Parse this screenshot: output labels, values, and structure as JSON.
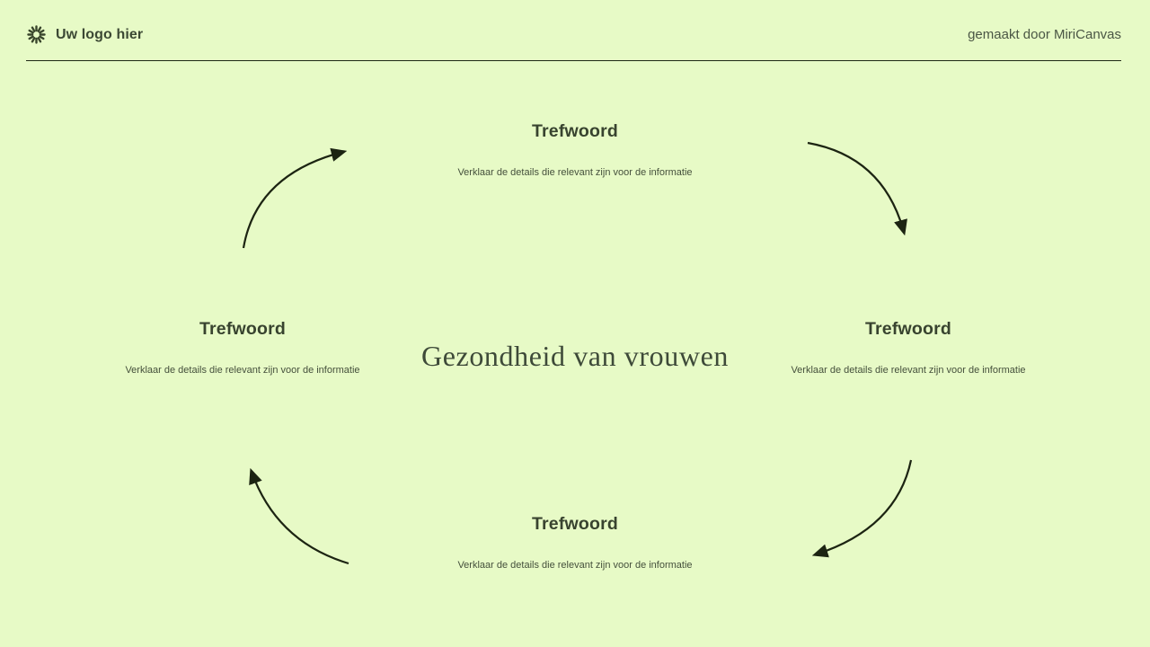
{
  "page": {
    "background_color": "#e7fac6"
  },
  "header": {
    "logo_icon": "spinner-burst-icon",
    "logo_text": "Uw logo hier",
    "credit_text": "gemaakt door MiriCanvas"
  },
  "diagram": {
    "type": "cycle",
    "title": "Gezondheid van vrouwen",
    "items": [
      {
        "position": "top",
        "keyword": "Trefwoord",
        "description": "Verklaar de details die relevant zijn voor de informatie"
      },
      {
        "position": "right",
        "keyword": "Trefwoord",
        "description": "Verklaar de details die relevant zijn voor de informatie"
      },
      {
        "position": "bottom",
        "keyword": "Trefwoord",
        "description": "Verklaar de details die relevant zijn voor de informatie"
      },
      {
        "position": "left",
        "keyword": "Trefwoord",
        "description": "Verklaar de details die relevant zijn voor de informatie"
      }
    ],
    "arrow_direction": "clockwise",
    "colors": {
      "arrow": "#1c2412",
      "heading_text": "#38432f",
      "body_text": "#45503c",
      "title_text": "#3e4a39",
      "divider": "#1e2815"
    }
  }
}
